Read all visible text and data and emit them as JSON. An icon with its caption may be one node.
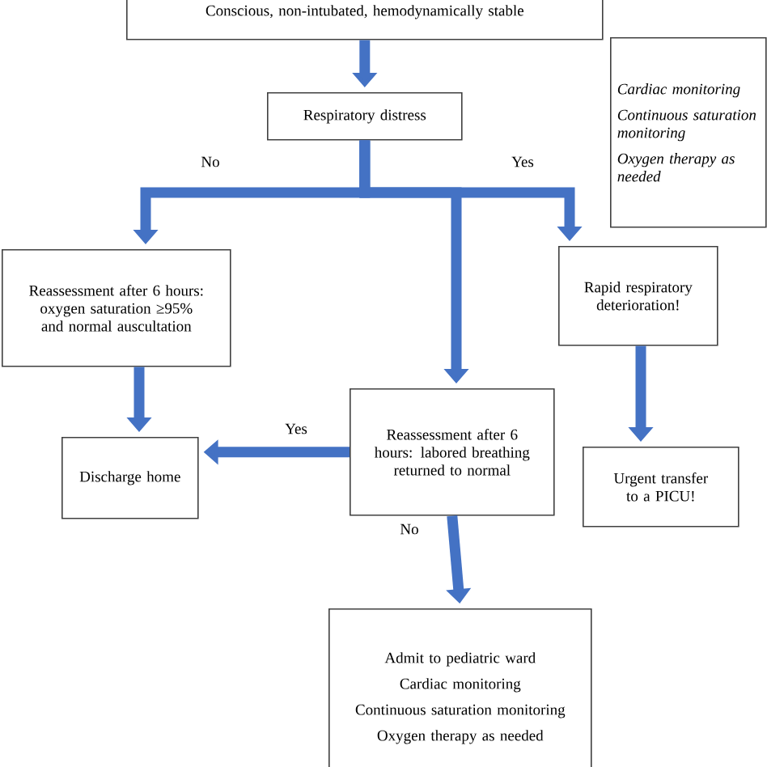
{
  "diagram": {
    "nodes": [
      {
        "text": [
          "Conscious, non-intubated, hemodynamically stable"
        ]
      },
      {
        "text": [
          "Respiratory distress"
        ]
      },
      {
        "text": [
          "Reassessment after 6 hours: oxygen saturation ≥95% and normal auscultation"
        ]
      },
      {
        "text": [
          "Rapid respiratory deterioration!"
        ]
      },
      {
        "text": [
          "Reassessment after 6 hours: labored breathing returned to normal"
        ]
      },
      {
        "text": [
          "Discharge home"
        ]
      },
      {
        "text": [
          "Urgent transfer to a PICU!"
        ]
      },
      {
        "text": [
          "Admit to pediatric ward",
          "Cardiac monitoring",
          "Continuous saturation monitoring",
          "Oxygen therapy as needed"
        ]
      },
      {
        "text": [
          "Cardiac monitoring",
          "Continuous saturation monitoring",
          "Oxygen therapy as needed"
        ]
      }
    ],
    "edges": [
      {
        "from": 0,
        "to": 1,
        "arrow": "to"
      },
      {
        "from": 1,
        "to": 2,
        "arrow": "to",
        "label": "No"
      },
      {
        "from": 1,
        "to": 4,
        "arrow": "to"
      },
      {
        "from": 1,
        "to": 3,
        "arrow": "to",
        "label": "Yes"
      },
      {
        "from": 2,
        "to": 5,
        "arrow": "to"
      },
      {
        "from": 4,
        "to": 5,
        "arrow": "to",
        "label": "Yes"
      },
      {
        "from": 3,
        "to": 6,
        "arrow": "to"
      },
      {
        "from": 4,
        "to": 7,
        "arrow": "to",
        "label": "No"
      }
    ]
  }
}
